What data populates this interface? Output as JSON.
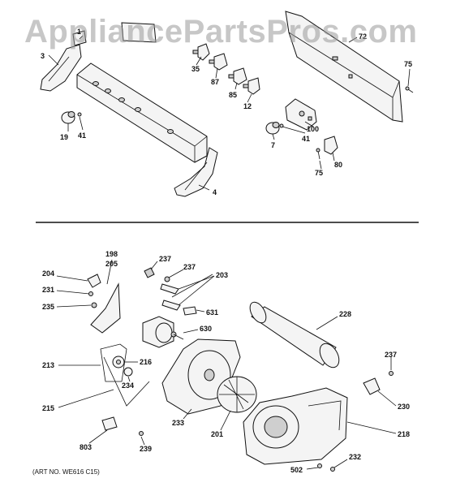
{
  "watermark": "AppliancePartsPros.com",
  "art_number": "(ART NO. WE616 C15)",
  "labels": {
    "p1": "1",
    "p3": "3",
    "p4": "4",
    "p7": "7",
    "p12": "12",
    "p19": "19",
    "p35": "35",
    "p41a": "41",
    "p41b": "41",
    "p72": "72",
    "p75a": "75",
    "p75b": "75",
    "p80": "80",
    "p85": "85",
    "p87": "87",
    "p100": "100",
    "p198": "198",
    "p201": "201",
    "p203": "203",
    "p204": "204",
    "p205": "205",
    "p213": "213",
    "p215": "215",
    "p216": "216",
    "p218": "218",
    "p228": "228",
    "p230": "230",
    "p231": "231",
    "p232": "232",
    "p233": "233",
    "p234": "234",
    "p235": "235",
    "p237a": "237",
    "p237b": "237",
    "p237c": "237",
    "p239": "239",
    "p502": "502",
    "p630": "630",
    "p631": "631",
    "p803": "803"
  }
}
